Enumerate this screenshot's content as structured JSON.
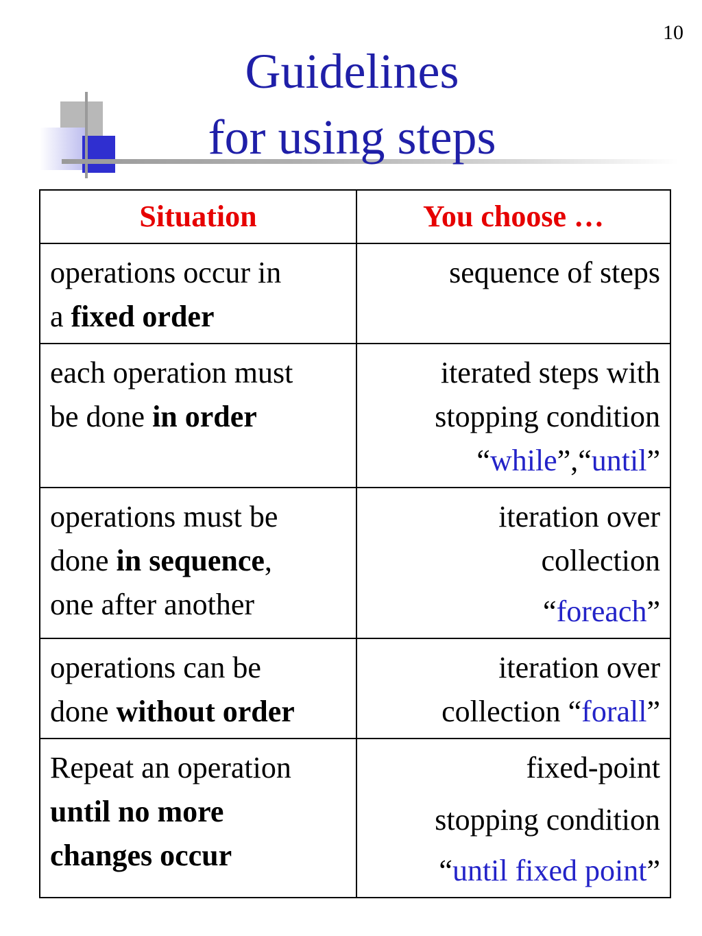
{
  "page_number": "10",
  "title": {
    "line1": "Guidelines",
    "line2": "for using steps"
  },
  "table": {
    "headers": {
      "situation": "Situation",
      "choice": "You choose …"
    },
    "rows": [
      {
        "situation": {
          "l1": "operations occur in",
          "l2_pre": "a ",
          "l2_bold": "fixed order"
        },
        "choice": {
          "l1": "sequence of steps"
        }
      },
      {
        "situation": {
          "l1": "each operation must",
          "l2_pre": "be done ",
          "l2_bold": "in order"
        },
        "choice": {
          "l1": "iterated steps with",
          "l2": "stopping condition",
          "q_open": "“",
          "kw1": "while",
          "mid": "”,“",
          "kw2": "until",
          "q_close": "”"
        }
      },
      {
        "situation": {
          "l1": "operations must be",
          "l2_pre": "done ",
          "l2_bold": "in sequence",
          "l2_post": ",",
          "l3": "one after another"
        },
        "choice": {
          "l1": "iteration over",
          "l2": "collection",
          "q_open": "“",
          "kw": "foreach",
          "q_close": "”"
        }
      },
      {
        "situation": {
          "l1": "operations can be",
          "l2_pre": "done ",
          "l2_bold": "without order"
        },
        "choice": {
          "l1": "iteration over",
          "l2_pre": "collection “",
          "kw": "forall",
          "q_close": "”"
        }
      },
      {
        "situation": {
          "l1": "Repeat an operation",
          "l2_bold": "until no more",
          "l3_bold": "changes occur"
        },
        "choice": {
          "l1": "fixed-point",
          "l2": "stopping condition",
          "q_open": "“",
          "kw": "until fixed point",
          "q_close": "”"
        }
      }
    ]
  },
  "colors": {
    "title": "#1f1fa8",
    "header": "#e60000",
    "keyword": "#2323c8"
  },
  "icons": {
    "logo": "decorative-squares-logo"
  }
}
